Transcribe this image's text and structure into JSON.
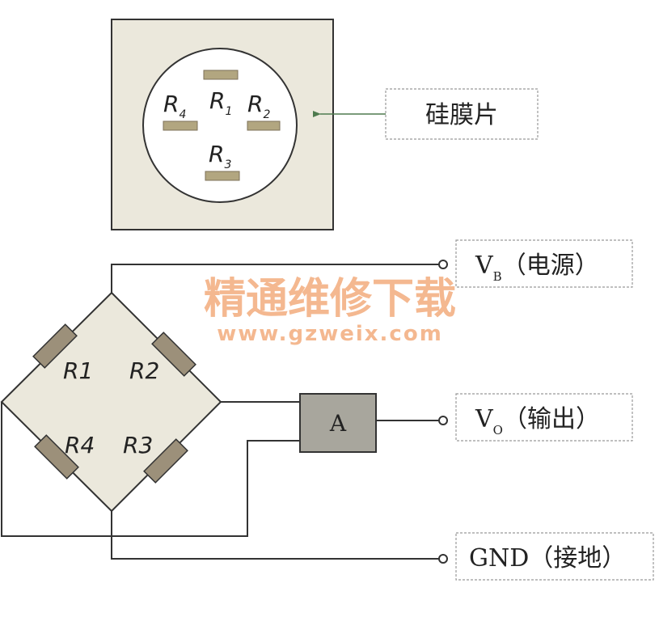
{
  "chip": {
    "resistors": [
      {
        "main": "R",
        "sub": "1"
      },
      {
        "main": "R",
        "sub": "2"
      },
      {
        "main": "R",
        "sub": "3"
      },
      {
        "main": "R",
        "sub": "4"
      }
    ],
    "callout_label": "硅膜片"
  },
  "bridge": {
    "resistors": [
      "R1",
      "R2",
      "R4",
      "R3"
    ],
    "amplifier_label": "A"
  },
  "terminals": {
    "vb": {
      "main": "V",
      "sub": "B",
      "paren_open": "（",
      "text": "电源",
      "paren_close": "）"
    },
    "vo": {
      "main": "V",
      "sub": "O",
      "paren_open": "（",
      "text": "输出",
      "paren_close": "）"
    },
    "gnd": {
      "main": "GND",
      "paren_open": "（",
      "text": "接地",
      "paren_close": "）"
    }
  },
  "watermark": {
    "title": "精通维修下载",
    "url": "www.gzweix.com"
  },
  "colors": {
    "panel_fill": "#ebe8dc",
    "resistor_fill": "#9c907a",
    "chip_resistor_fill": "#b2a680",
    "amplifier_fill": "#a8a69d",
    "line": "#333333",
    "watermark": "#f4b287",
    "callout_arrow": "#4e7a4e"
  }
}
